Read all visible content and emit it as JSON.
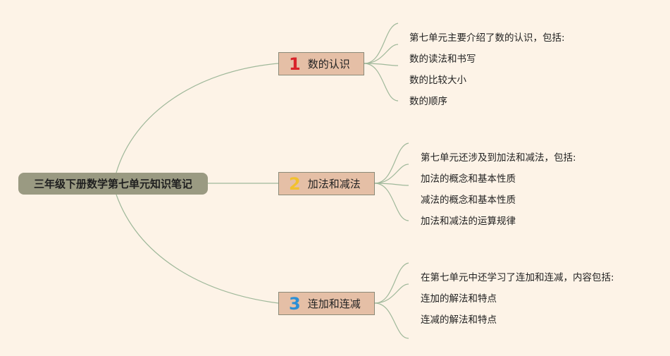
{
  "root": {
    "title": "三年级下册数学第七单元知识笔记"
  },
  "branches": [
    {
      "number": "1",
      "label": "数的认识",
      "number_color": "#d8232a",
      "items": [
        "第七单元主要介绍了数的认识，包括:",
        "数的读法和书写",
        "数的比较大小",
        "数的顺序"
      ]
    },
    {
      "number": "2",
      "label": "加法和减法",
      "number_color": "#f2c12e",
      "items": [
        "第七单元还涉及到加法和减法，包括:",
        "加法的概念和基本性质",
        "减法的概念和基本性质",
        "加法和减法的运算规律"
      ]
    },
    {
      "number": "3",
      "label": "连加和连减",
      "number_color": "#2b8fd6",
      "items": [
        "在第七单元中还学习了连加和连减，内容包括:",
        "连加的解法和特点",
        "连减的解法和特点"
      ]
    }
  ],
  "colors": {
    "background": "#fdf3e7",
    "root_fill": "#9a9a82",
    "branch_fill": "#e5bfa6",
    "connector": "#9fb89a"
  }
}
